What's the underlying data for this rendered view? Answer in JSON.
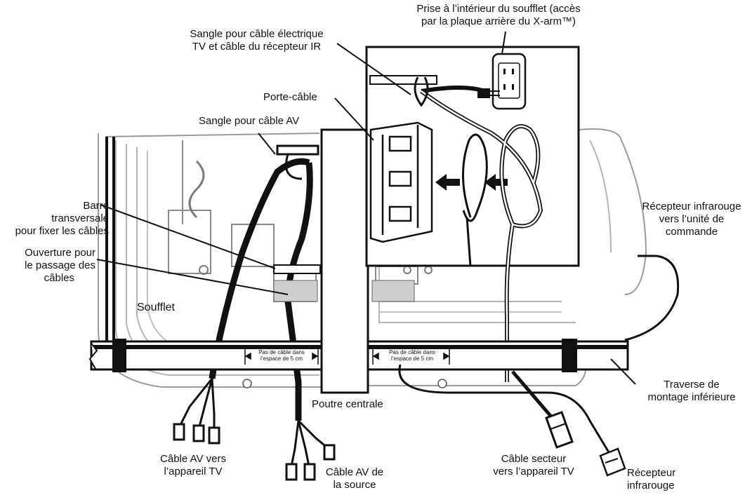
{
  "labels": {
    "outlet_line1": "Prise à l’intérieur du soufflet (accès",
    "outlet_line2": "par la plaque arrière du X-arm™)",
    "strap_power_line1": "Sangle pour câble électrique",
    "strap_power_line2": "TV et câble du récepteur IR",
    "cable_holder": "Porte-câble",
    "strap_av": "Sangle pour câble AV",
    "crossbar_line1": "Barre",
    "crossbar_line2": "transversale",
    "crossbar_line3": "pour fixer les câbles",
    "opening_line1": "Ouverture pour",
    "opening_line2": "le passage des",
    "opening_line3": "câbles",
    "bellows": "Soufflet",
    "ir_to_control_line1": "Récepteur infrarouge",
    "ir_to_control_line2": "vers l’unité de",
    "ir_to_control_line3": "commande",
    "lower_rail_line1": "Traverse de",
    "lower_rail_line2": "montage inférieure",
    "center_beam": "Poutre centrale",
    "av_to_tv_line1": "Câble AV vers",
    "av_to_tv_line2": "l’appareil TV",
    "av_from_source_line1": "Câble AV de",
    "av_from_source_line2": "la source",
    "power_to_tv_line1": "Câble secteur",
    "power_to_tv_line2": "vers l’appareil TV",
    "ir_receiver_line1": "Récepteur",
    "ir_receiver_line2": "infrarouge"
  },
  "gap_note": {
    "line1": "Pas de câble dans",
    "line2": "l’espace de 5 cm"
  }
}
